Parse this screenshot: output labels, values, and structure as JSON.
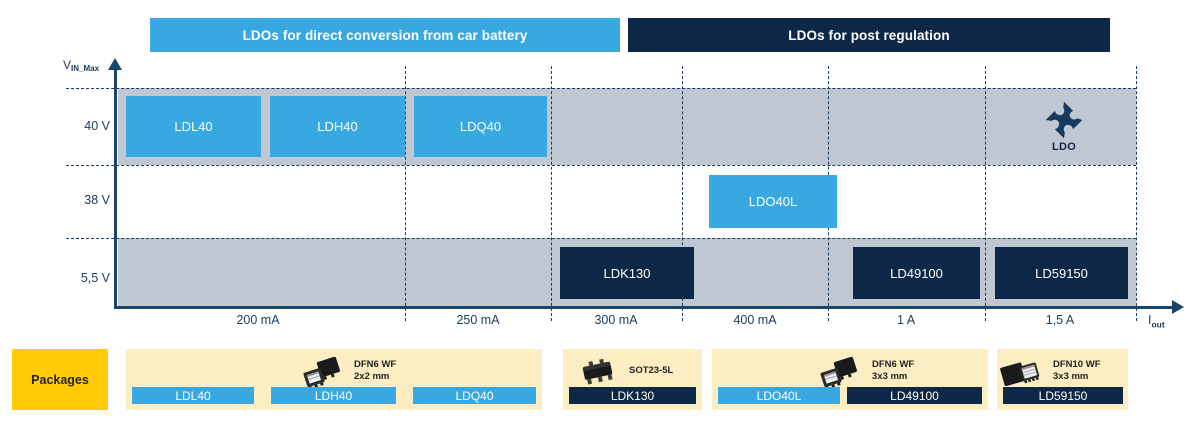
{
  "legend": {
    "direct": "LDOs for direct conversion from car battery",
    "post": "LDOs for post regulation"
  },
  "chart_data": {
    "type": "heatmap",
    "title": "",
    "xlabel": "Iout",
    "ylabel": "VIN_Max",
    "y_axis_title": "V",
    "y_axis_title_sub": "IN_Max",
    "x_axis_title": "I",
    "x_axis_title_sub": "out",
    "categories": [
      "200 mA",
      "250 mA",
      "300 mA",
      "400 mA",
      "1 A",
      "1,5 A"
    ],
    "y_categories": [
      "40 V",
      "38 V",
      "5,5 V"
    ],
    "legend_position": "top",
    "grid": true,
    "points": [
      {
        "name": "LDL40",
        "x": "200 mA",
        "y": "40 V",
        "series": "direct conversion"
      },
      {
        "name": "LDH40",
        "x": "200 mA",
        "y": "40 V",
        "series": "direct conversion"
      },
      {
        "name": "LDQ40",
        "x": "250 mA",
        "y": "40 V",
        "series": "direct conversion"
      },
      {
        "name": "LDO40L",
        "x": "400 mA",
        "y": "38 V",
        "series": "direct conversion"
      },
      {
        "name": "LDK130",
        "x": "300 mA",
        "y": "5,5 V",
        "series": "post regulation"
      },
      {
        "name": "LD49100",
        "x": "1 A",
        "y": "5,5 V",
        "series": "post regulation"
      },
      {
        "name": "LD59150",
        "x": "1,5 A",
        "y": "5,5 V",
        "series": "post regulation"
      }
    ],
    "logo_marker": {
      "label": "LDO",
      "x": "1,5 A",
      "y": "40 V"
    }
  },
  "ticks_y": [
    {
      "label": "40 V"
    },
    {
      "label": "38 V"
    },
    {
      "label": "5,5 V"
    }
  ],
  "ticks_x": [
    {
      "label": "200 mA"
    },
    {
      "label": "250 mA"
    },
    {
      "label": "300 mA"
    },
    {
      "label": "400 mA"
    },
    {
      "label": "1 A"
    },
    {
      "label": "1,5 A"
    }
  ],
  "chips": [
    {
      "label": "LDL40"
    },
    {
      "label": "LDH40"
    },
    {
      "label": "LDQ40"
    },
    {
      "label": "LDO40L"
    },
    {
      "label": "LDK130"
    },
    {
      "label": "LD49100"
    },
    {
      "label": "LD59150"
    }
  ],
  "packages": {
    "label": "Packages",
    "groups": [
      {
        "note_line1": "DFN6 WF",
        "note_line2": "2x2 mm",
        "parts": [
          {
            "label": "LDL40",
            "style": "blue"
          },
          {
            "label": "LDH40",
            "style": "blue"
          },
          {
            "label": "LDQ40",
            "style": "blue"
          }
        ]
      },
      {
        "note_line1": "SOT23-5L",
        "note_line2": "",
        "parts": [
          {
            "label": "LDK130",
            "style": "navy"
          }
        ]
      },
      {
        "note_line1": "DFN6 WF",
        "note_line2": "3x3 mm",
        "parts": [
          {
            "label": "LDO40L",
            "style": "blue"
          },
          {
            "label": "LD49100",
            "style": "navy"
          }
        ]
      },
      {
        "note_line1": "DFN10 WF",
        "note_line2": "3x3 mm",
        "parts": [
          {
            "label": "LD59150",
            "style": "navy"
          }
        ]
      }
    ]
  },
  "colors": {
    "brand_blue": "#37a8e0",
    "brand_navy": "#0d2747",
    "band_grey": "#bfc8d2",
    "package_yellow": "#FFCB05",
    "package_cream": "#fceec2"
  }
}
